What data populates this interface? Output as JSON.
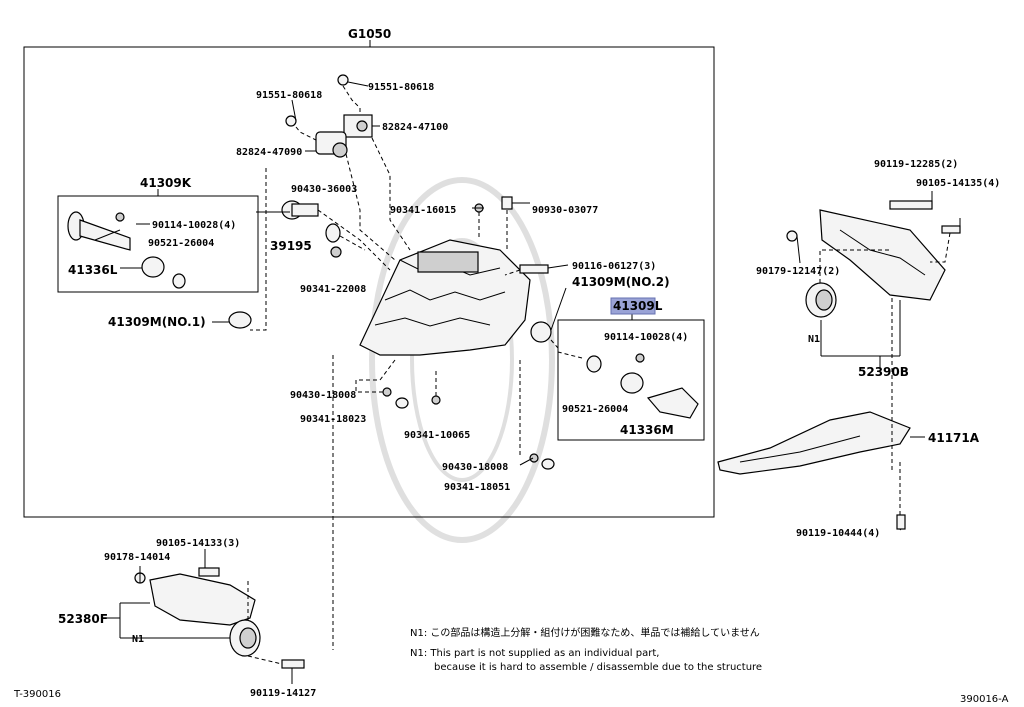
{
  "group_label": "G1050",
  "labels": {
    "l91551_80618_a": "91551-80618",
    "l91551_80618_b": "91551-80618",
    "l82824_47100": "82824-47100",
    "l82824_47090": "82824-47090",
    "l41309K": "41309K",
    "l90430_36003": "90430-36003",
    "l90341_16015": "90341-16015",
    "l90930_03077": "90930-03077",
    "l90114_10028_a": "90114-10028(4)",
    "l90521_26004_a": "90521-26004",
    "l39195": "39195",
    "l41336L": "41336L",
    "l90341_22008": "90341-22008",
    "l90116_06127": "90116-06127(3)",
    "l41309M_no2": "41309M(NO.2)",
    "l41309M_no1": "41309M(NO.1)",
    "l41309L": "41309L",
    "l90114_10028_b": "90114-10028(4)",
    "l90430_18008_a": "90430-18008",
    "l90341_18023": "90341-18023",
    "l90341_10065": "90341-10065",
    "l90521_26004_b": "90521-26004",
    "l41336M": "41336M",
    "l90430_18008_b": "90430-18008",
    "l90341_18051": "90341-18051",
    "l90119_12285": "90119-12285(2)",
    "l90105_14135": "90105-14135(4)",
    "l90179_12147": "90179-12147(2)",
    "l52390B": "52390B",
    "l41171A": "41171A",
    "l90119_10444": "90119-10444(4)",
    "l90105_14133": "90105-14133(3)",
    "l90178_14014": "90178-14014",
    "l52380F": "52380F",
    "l90119_14127": "90119-14127",
    "n1_a": "N1",
    "n1_b": "N1"
  },
  "notes": {
    "jp": "N1: この部品は構造上分解・組付けが困難なため、単品では補給していません",
    "en_line1": "N1: This part is not supplied as an individual part,",
    "en_line2": "because it is hard to assemble / disassemble due to the structure"
  },
  "footer": {
    "left": "T-390016",
    "right": "390016-A"
  },
  "colors": {
    "highlight": "#9aa3d6"
  }
}
